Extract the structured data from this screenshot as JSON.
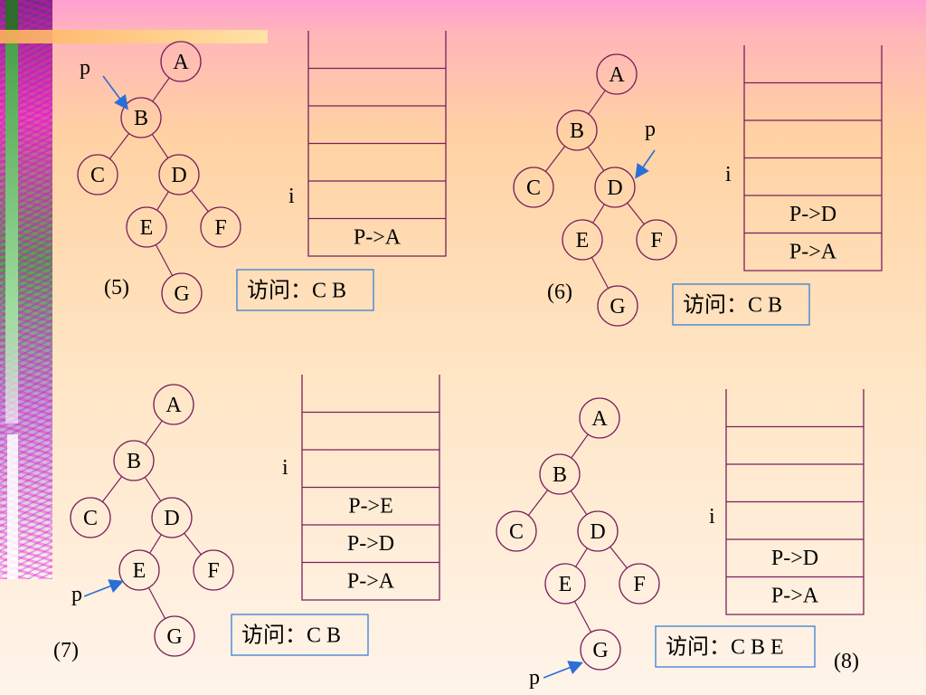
{
  "labels": {
    "pointer": "p",
    "top_index": "i"
  },
  "panels": [
    {
      "id": "5",
      "caption": "(5)",
      "visit": "访问：C B",
      "stack": [
        "P->A"
      ],
      "pointer_at": "B"
    },
    {
      "id": "6",
      "caption": "(6)",
      "visit": "访问：C B",
      "stack": [
        "P->D",
        "P->A"
      ],
      "pointer_at": "D"
    },
    {
      "id": "7",
      "caption": "(7)",
      "visit": "访问：C B",
      "stack": [
        "P->E",
        "P->D",
        "P->A"
      ],
      "pointer_at": "E"
    },
    {
      "id": "8",
      "caption": "(8)",
      "visit": "访问：C B E",
      "stack": [
        "P->D",
        "P->A"
      ],
      "pointer_at": "G"
    }
  ],
  "tree": {
    "nodes": [
      "A",
      "B",
      "C",
      "D",
      "E",
      "F",
      "G"
    ],
    "edges": [
      [
        "A",
        "B"
      ],
      [
        "B",
        "C"
      ],
      [
        "B",
        "D"
      ],
      [
        "D",
        "E"
      ],
      [
        "D",
        "F"
      ],
      [
        "E",
        "G"
      ]
    ]
  },
  "colors": {
    "node_stroke": "#7a1f5c",
    "box_stroke": "#3a7fd5",
    "arrow": "#2b6fd6"
  }
}
